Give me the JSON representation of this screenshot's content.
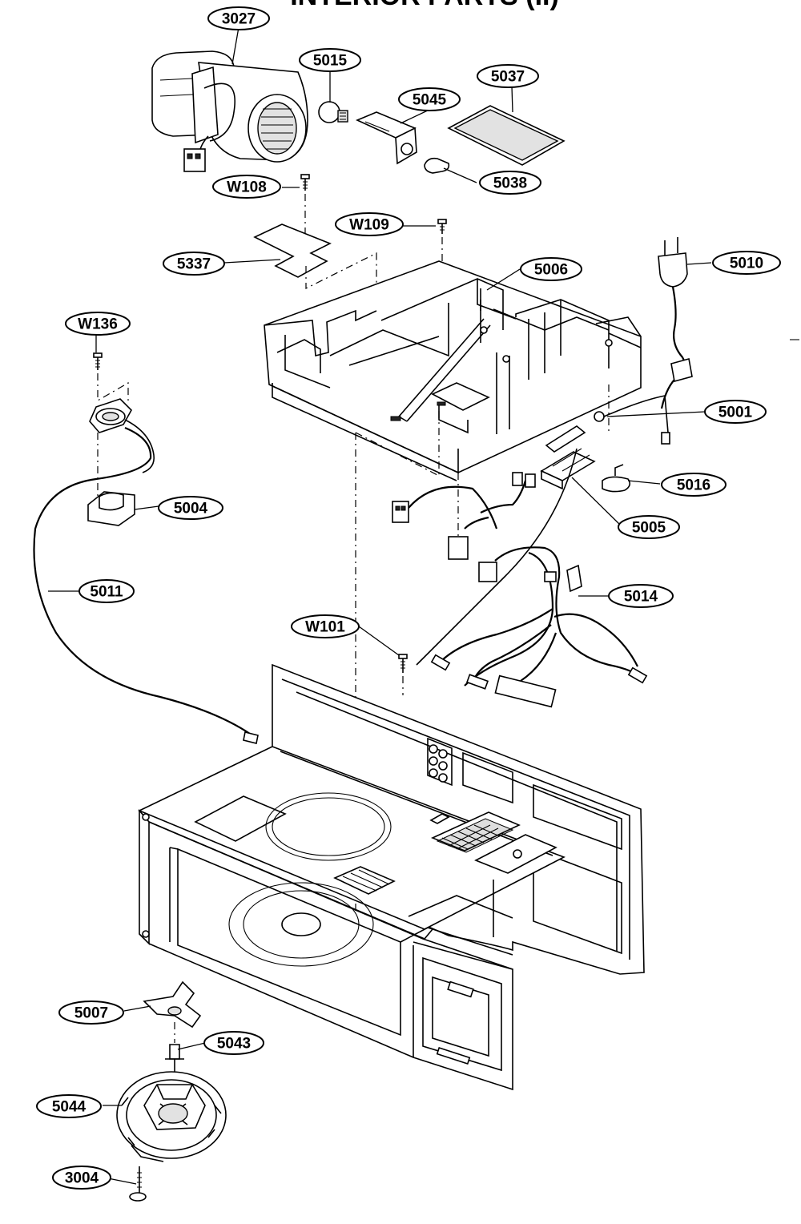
{
  "title": "INTERIOR PARTS (II)",
  "callouts": [
    {
      "id": "c3027",
      "label": "3027"
    },
    {
      "id": "c5015",
      "label": "5015"
    },
    {
      "id": "c5037",
      "label": "5037"
    },
    {
      "id": "c5045",
      "label": "5045"
    },
    {
      "id": "c5038",
      "label": "5038"
    },
    {
      "id": "cW108",
      "label": "W108"
    },
    {
      "id": "cW109",
      "label": "W109"
    },
    {
      "id": "c5337",
      "label": "5337"
    },
    {
      "id": "c5006",
      "label": "5006"
    },
    {
      "id": "c5010",
      "label": "5010"
    },
    {
      "id": "cW136",
      "label": "W136"
    },
    {
      "id": "c5001",
      "label": "5001"
    },
    {
      "id": "c5016",
      "label": "5016"
    },
    {
      "id": "c5004",
      "label": "5004"
    },
    {
      "id": "c5005",
      "label": "5005"
    },
    {
      "id": "c5011",
      "label": "5011"
    },
    {
      "id": "c5014",
      "label": "5014"
    },
    {
      "id": "cW101",
      "label": "W101"
    },
    {
      "id": "c5007",
      "label": "5007"
    },
    {
      "id": "c5043",
      "label": "5043"
    },
    {
      "id": "c5044",
      "label": "5044"
    },
    {
      "id": "c3004",
      "label": "3004"
    }
  ]
}
